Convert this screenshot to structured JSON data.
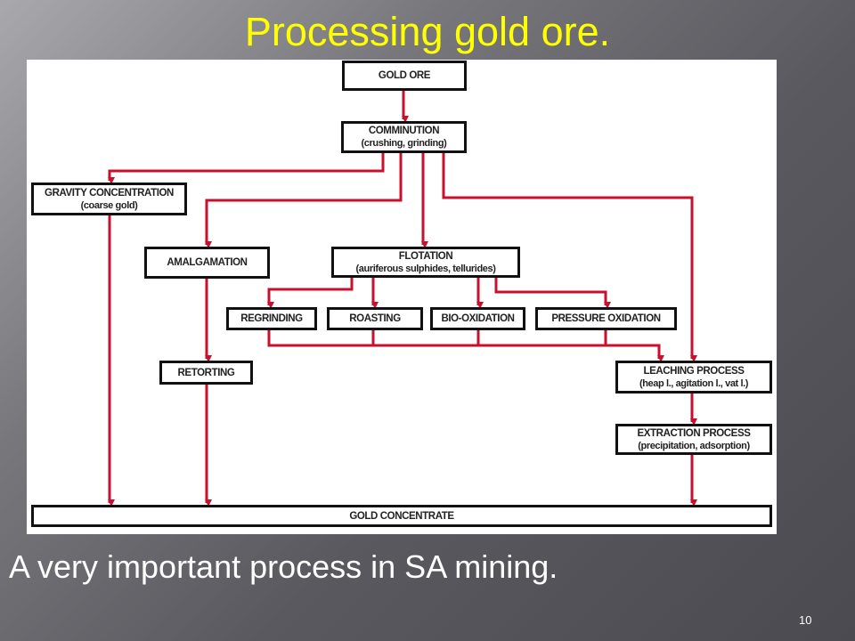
{
  "slide": {
    "title": "Processing gold ore.",
    "caption": "A very important  process  in SA  mining.",
    "page_number": "10"
  },
  "colors": {
    "title": "#ffff00",
    "arrow": "#c8102e"
  },
  "diagram": {
    "gold_ore": "GOLD ORE",
    "comminution": {
      "title": "COMMINUTION",
      "sub": "(crushing, grinding)"
    },
    "gravity": {
      "title": "GRAVITY CONCENTRATION",
      "sub": "(coarse gold)"
    },
    "amalgamation": "AMALGAMATION",
    "flotation": {
      "title": "FLOTATION",
      "sub": "(auriferous sulphides, tellurides)"
    },
    "regrinding": "REGRINDING",
    "roasting": "ROASTING",
    "bio_oxidation": "BIO-OXIDATION",
    "pressure_oxidation": "PRESSURE OXIDATION",
    "retorting": "RETORTING",
    "leaching": {
      "title": "LEACHING PROCESS",
      "sub": "(heap l., agitation l., vat l.)"
    },
    "extraction": {
      "title": "EXTRACTION PROCESS",
      "sub": "(precipitation, adsorption)"
    },
    "gold_concentrate": "GOLD CONCENTRATE"
  }
}
